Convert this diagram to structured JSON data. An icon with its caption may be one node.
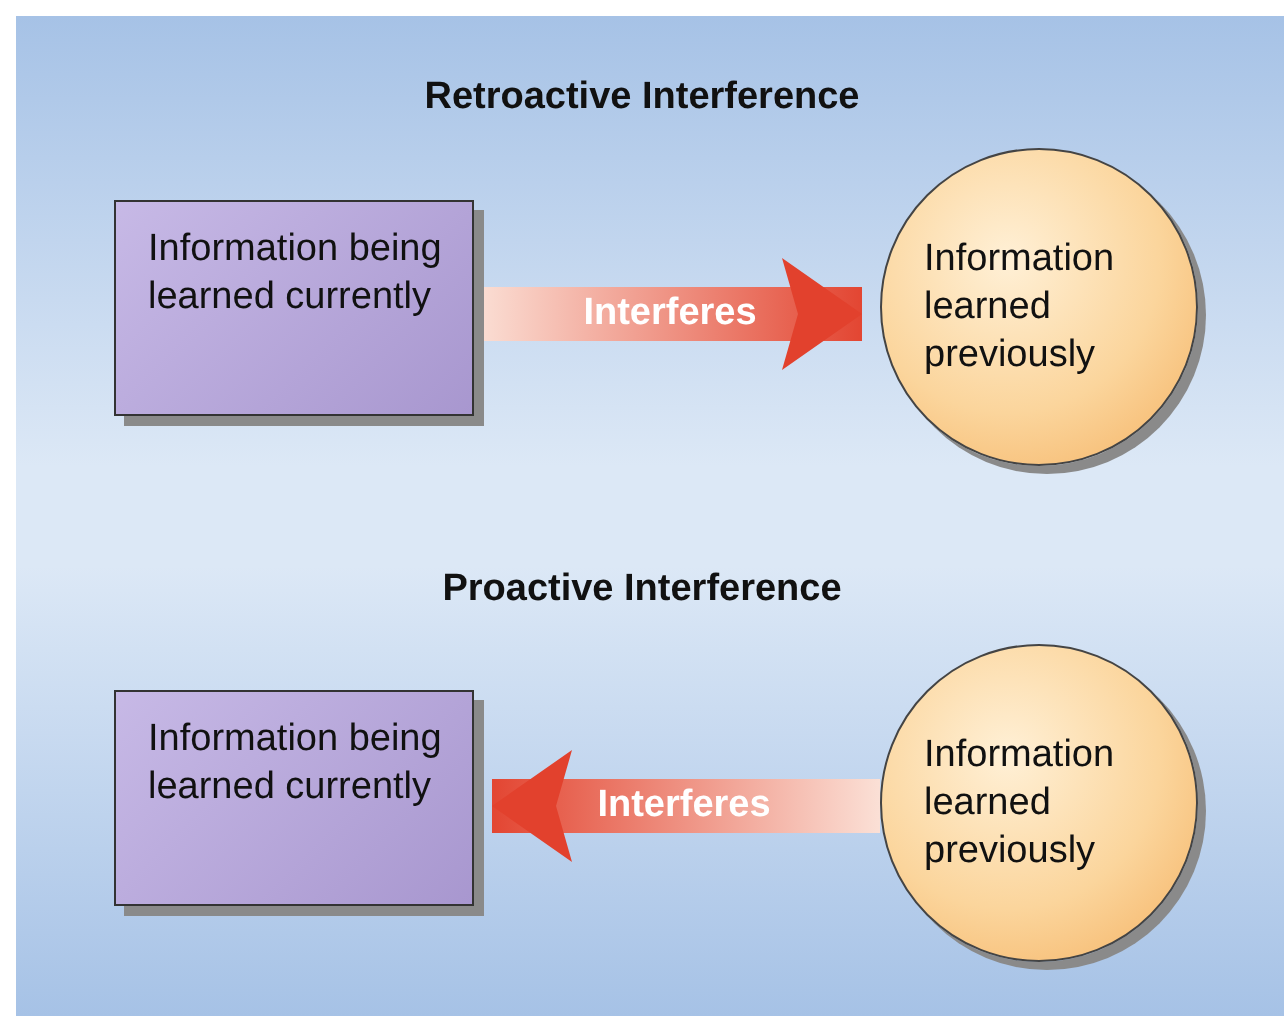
{
  "diagram": {
    "nodes": [
      {
        "text": [
          "Information being learned currently"
        ]
      },
      {
        "text": [
          "Information learned previously"
        ]
      },
      {
        "text": [
          "Information being learned currently"
        ]
      },
      {
        "text": [
          "Information learned previously"
        ]
      }
    ],
    "edges": [
      {
        "from": 0,
        "to": 1,
        "arrow": "to",
        "label": "Interferes"
      },
      {
        "from": 3,
        "to": 2,
        "arrow": "to",
        "label": "Interferes"
      }
    ],
    "labels": [
      "Retroactive Interference",
      "Proactive Interference"
    ]
  }
}
